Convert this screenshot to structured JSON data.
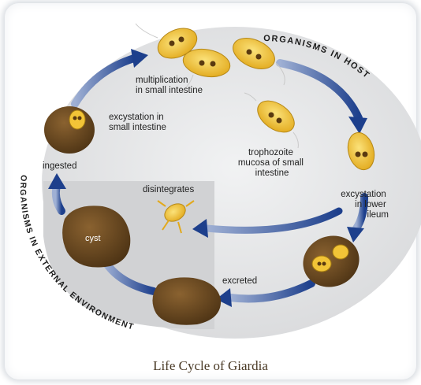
{
  "caption": "Life Cycle of Giardia",
  "titles": {
    "host": "ORGANISMS IN HOST",
    "external": "ORGANISMS IN EXTERNAL ENVIRONMENT"
  },
  "labels": {
    "multiplication": [
      "multiplication",
      "in small intestine"
    ],
    "excystation_small": [
      "excystation in",
      "small intestine"
    ],
    "ingested": "ingested",
    "trophozoite": [
      "trophozoite",
      "mucosa of small",
      "intestine"
    ],
    "excystation_lower": [
      "excystation",
      "in lower",
      "ileum"
    ],
    "disintegrates": "disintegrates",
    "cyst": "cyst",
    "excreted": "excreted"
  },
  "colors": {
    "arrow": "#1d3f8c",
    "host_bg": "#e3e4e6",
    "external_bg": "#d3d3d3",
    "cyst": "#6b4a22",
    "trophozoite": "#f2c437"
  }
}
